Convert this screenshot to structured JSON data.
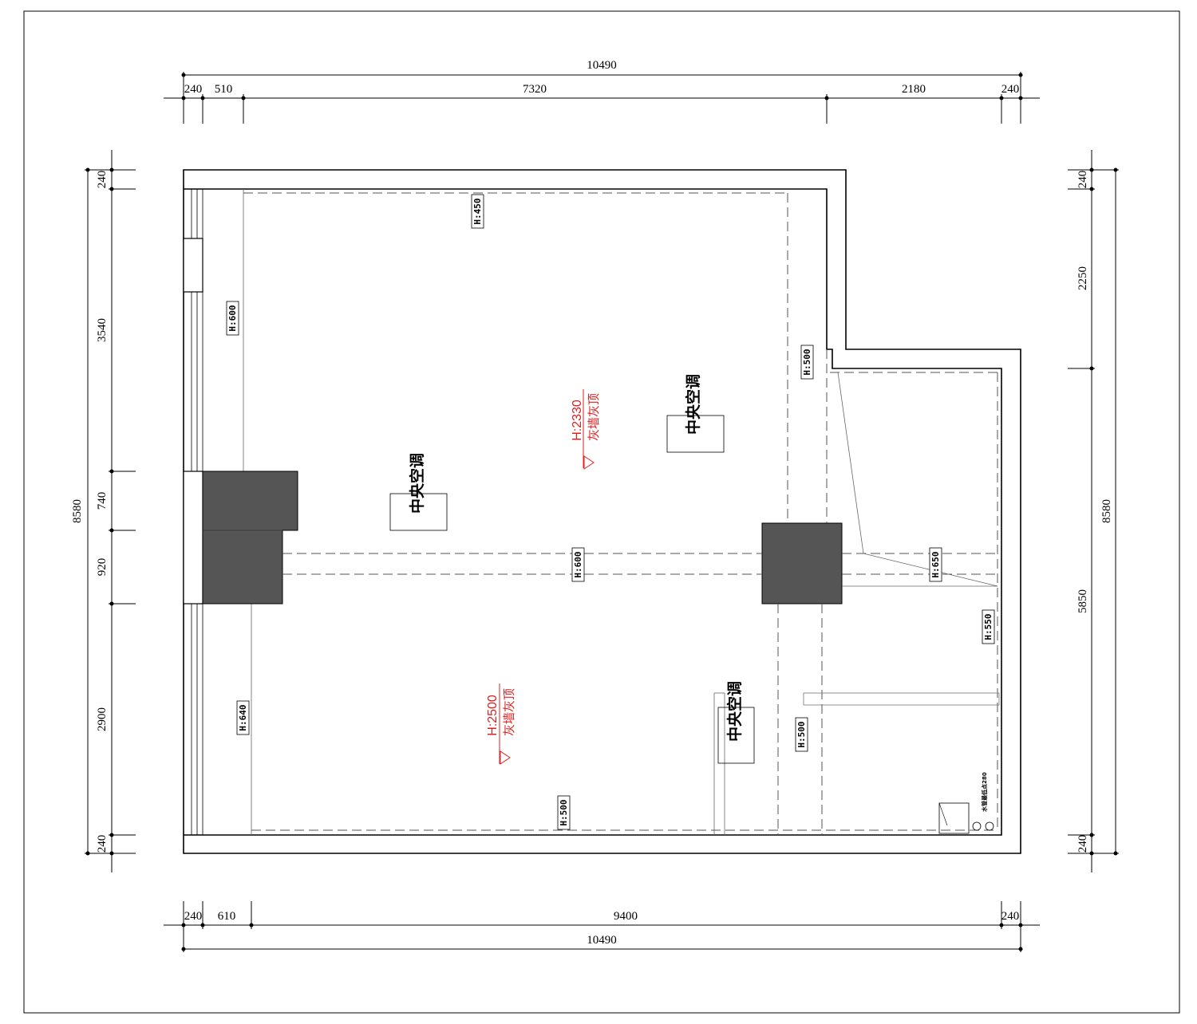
{
  "dimensions": {
    "top_total": "10490",
    "top": [
      "240",
      "510",
      "7320",
      "2180",
      "240"
    ],
    "bottom_total": "10490",
    "bottom": [
      "240",
      "610",
      "9400",
      "240"
    ],
    "left_total": "8580",
    "left": [
      "240",
      "3540",
      "740",
      "920",
      "2900",
      "240"
    ],
    "right_total": "8580",
    "right": [
      "240",
      "2250",
      "5850",
      "240"
    ]
  },
  "height_tags": [
    "H:450",
    "H:600",
    "H:500",
    "H:600",
    "H:650",
    "H:550",
    "H:640",
    "H:500",
    "H:500"
  ],
  "ac_units": [
    "中央空调",
    "中央空调",
    "中央空调"
  ],
  "ceiling_marks": [
    {
      "height": "H:2330",
      "finish": "灰墙灰顶"
    },
    {
      "height": "H:2500",
      "finish": "灰墙灰顶"
    }
  ],
  "water_note": "水管最低点280",
  "colors": {
    "ceiling_mark": "#e02020",
    "column": "#555555",
    "line": "#000000"
  }
}
